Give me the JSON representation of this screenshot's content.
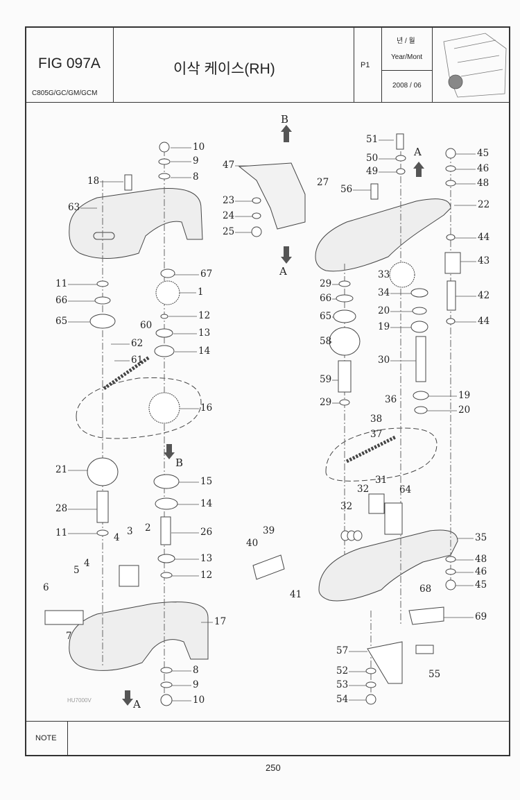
{
  "header": {
    "fig": "FIG 097A",
    "models": "C805G/GC/GM/GCM",
    "title": "이삭 케이스(RH)",
    "page_code": "P1",
    "year_month_korean": "년 / 월",
    "year_month_label": "Year/Mont",
    "date": "2008 / 06"
  },
  "watermark": "HU7000V",
  "note_label": "NOTE",
  "page_number": "250",
  "part_labels": [
    "10",
    "9",
    "8",
    "18",
    "63",
    "67",
    "1",
    "11",
    "66",
    "12",
    "13",
    "65",
    "60",
    "14",
    "62",
    "61",
    "16",
    "B",
    "21",
    "15",
    "14",
    "28",
    "26",
    "11",
    "4",
    "3",
    "2",
    "13",
    "12",
    "5",
    "4",
    "6",
    "7",
    "17",
    "8",
    "9",
    "10",
    "A",
    "B",
    "47",
    "27",
    "23",
    "24",
    "25",
    "A",
    "51",
    "50",
    "A",
    "49",
    "56",
    "45",
    "46",
    "48",
    "22",
    "44",
    "43",
    "33",
    "29",
    "34",
    "66",
    "20",
    "65",
    "19",
    "42",
    "44",
    "58",
    "30",
    "59",
    "29",
    "19",
    "20",
    "36",
    "38",
    "37",
    "32",
    "31",
    "64",
    "32",
    "39",
    "40",
    "35",
    "48",
    "46",
    "45",
    "41",
    "68",
    "69",
    "57",
    "55",
    "52",
    "53",
    "54"
  ]
}
